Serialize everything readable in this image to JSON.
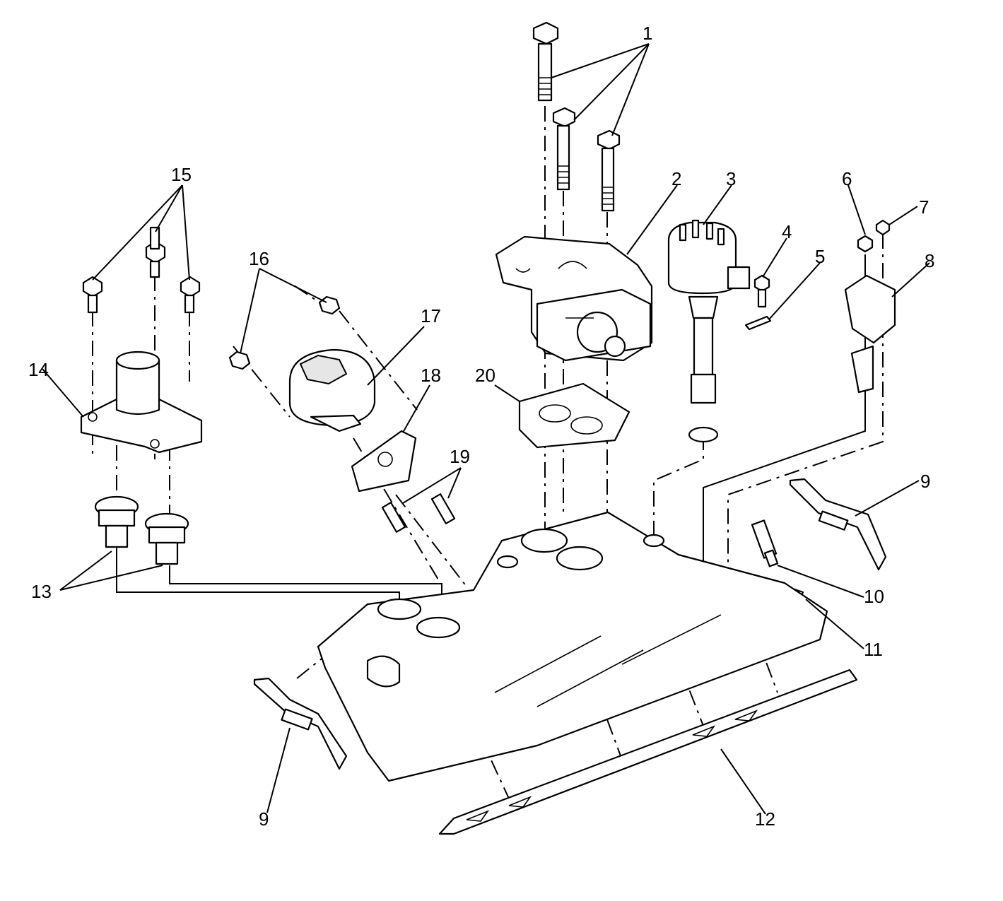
{
  "callouts": [
    "1",
    "2",
    "3",
    "4",
    "5",
    "6",
    "7",
    "8",
    "9",
    "10",
    "11",
    "12",
    "13",
    "14",
    "15",
    "16",
    "17",
    "18",
    "19",
    "20"
  ],
  "callout_9_second": "9"
}
